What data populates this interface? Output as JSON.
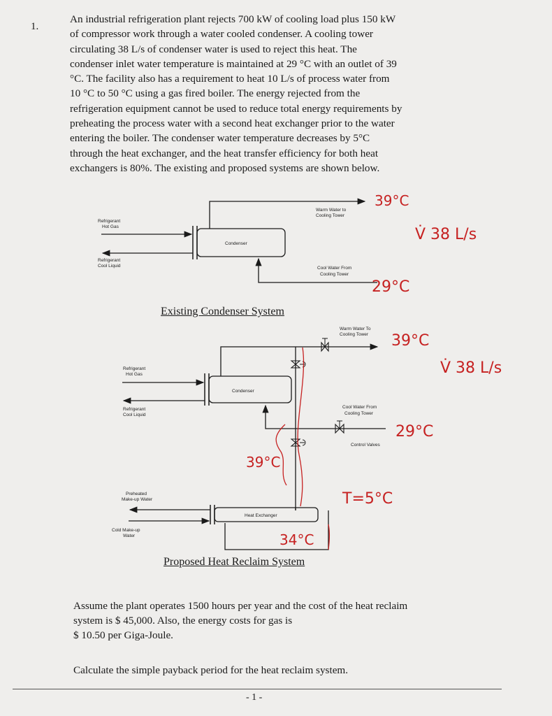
{
  "problem": {
    "number": "1.",
    "lines": [
      "An industrial refrigeration plant rejects 700 kW of cooling load plus 150 kW",
      "of compressor work through a water cooled condenser.  A cooling tower",
      "circulating 38 L/s of condenser water is used to reject this heat.  The",
      "condenser inlet water temperature is maintained at 29 °C with an outlet of 39",
      "°C.  The facility also has a requirement to heat 10 L/s of process water from",
      "10 °C to 50 °C using a gas fired boiler.  The energy rejected from the",
      "refrigeration equipment cannot be used to reduce total energy requirements by",
      "preheating the process water with a second heat exchanger prior to the water",
      "entering the boiler.  The condenser water temperature decreases by 5°C",
      "through the heat exchanger, and the heat transfer efficiency for both heat",
      "exchangers is 80%.  The existing and proposed systems are shown below."
    ]
  },
  "diagram1": {
    "caption": "Existing Condenser System",
    "labels": {
      "hot_gas": [
        "Refrigerant",
        "Hot Gas"
      ],
      "cool_liquid": [
        "Refrigerant",
        "Cool Liquid"
      ],
      "condenser": "Condenser",
      "warm_water": [
        "Warm Water to",
        "Cooling Tower"
      ],
      "cool_water": [
        "Cool Water From",
        "Cooling Tower"
      ]
    },
    "handwritten": {
      "t_out": "39°C",
      "flow": "V̇ 38 L/s",
      "t_in": "29°C"
    }
  },
  "diagram2": {
    "caption": "Proposed Heat Reclaim System",
    "labels": {
      "hot_gas": [
        "Refrigerant",
        "Hot Gas"
      ],
      "cool_liquid": [
        "Refrigerant",
        "Cool Liquid"
      ],
      "condenser": "Condenser",
      "warm_water": [
        "Warm Water To",
        "Cooling Tower"
      ],
      "cool_water": [
        "Cool Water From",
        "Cooling Tower"
      ],
      "control_valves": "Control Valves",
      "preheated": [
        "Preheated",
        "Make-up Water"
      ],
      "heat_exchanger": "Heat Exchanger",
      "cold_makeup": [
        "Cold Make-up",
        "Water"
      ]
    },
    "handwritten": {
      "t_out": "39°C",
      "flow": "V̇ 38 L/s",
      "t_in": "29°C",
      "t_hx_in": "39°C",
      "delta_t": "T=5°C",
      "t_hx_out": "34°C"
    }
  },
  "bottom": {
    "lines": [
      "Assume the plant operates 1500 hours per year and the cost of the heat reclaim",
      "system is $ 45,000.  Also, the energy costs for gas is",
      "$ 10.50 per Giga-Joule."
    ],
    "question": "Calculate the simple payback period for the heat reclaim system.",
    "page_number": "- 1 -"
  },
  "colors": {
    "ink": "#1a1a1a",
    "pen": "#c62121",
    "paper": "#efeeec"
  }
}
